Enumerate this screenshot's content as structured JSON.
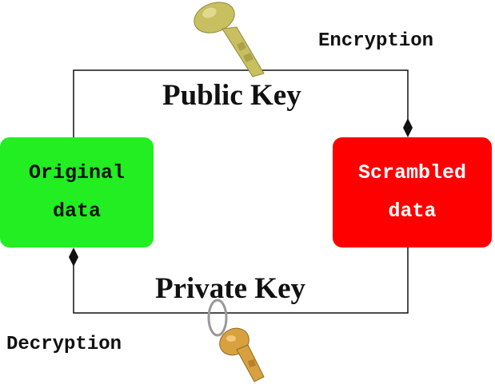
{
  "boxes": {
    "original": {
      "line1": "Original",
      "line2": "data",
      "color": "#22ee22"
    },
    "scrambled": {
      "line1": "Scrambled",
      "line2": "data",
      "color": "#ff0000"
    }
  },
  "labels": {
    "encryption": "Encryption",
    "decryption": "Decryption",
    "public_key": "Public Key",
    "private_key": "Private Key"
  },
  "icons": {
    "top": "public-key-icon",
    "bottom": "private-key-icon"
  },
  "colors": {
    "public_key": "#c8c060",
    "private_key": "#d9a040",
    "lines": "#111111"
  }
}
